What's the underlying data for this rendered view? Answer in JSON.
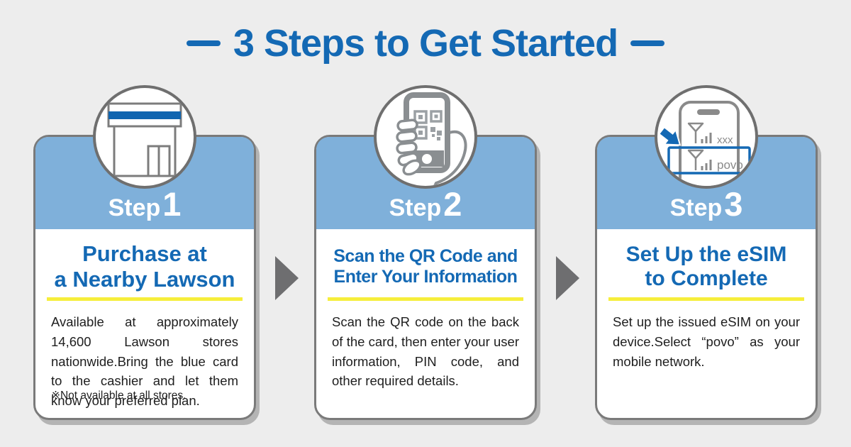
{
  "title": {
    "text": "3 Steps to Get Started"
  },
  "steps": [
    {
      "label": "Step",
      "number": "1",
      "heading_line1": "Purchase at",
      "heading_line2": "a Nearby Lawson",
      "body": "Available at approximately 14,600 Lawson stores nationwide.Bring the blue card to the cashier and let them know your preferred plan.",
      "note": "※Not available at all stores.",
      "icon": "lawson-store-icon"
    },
    {
      "label": "Step",
      "number": "2",
      "heading_line1": "Scan the QR Code and",
      "heading_line2": "Enter Your Information",
      "body": "Scan the QR code on the back of the card, then enter your user information, PIN code, and other required details.",
      "icon": "qr-scan-phone-icon"
    },
    {
      "label": "Step",
      "number": "3",
      "heading_line1": "Set Up the eSIM",
      "heading_line2": "to Complete",
      "body": "Set up the issued eSIM on your device.Select “povo” as your mobile network.",
      "icon": "esim-network-phone-icon"
    }
  ],
  "icon3_labels": {
    "row1": "xxx",
    "row2": "povo"
  },
  "colors": {
    "background": "#ededed",
    "accent_blue": "#1469b4",
    "band_blue": "#7fb0da",
    "underline_yellow": "#f6ee3b",
    "store_stripe_blue": "#1065b0",
    "arrow_gray": "#6e6e70",
    "card_border_gray": "#7a7a7a",
    "icon_gray": "#8a8e91",
    "body_text": "#1e1e1e"
  }
}
